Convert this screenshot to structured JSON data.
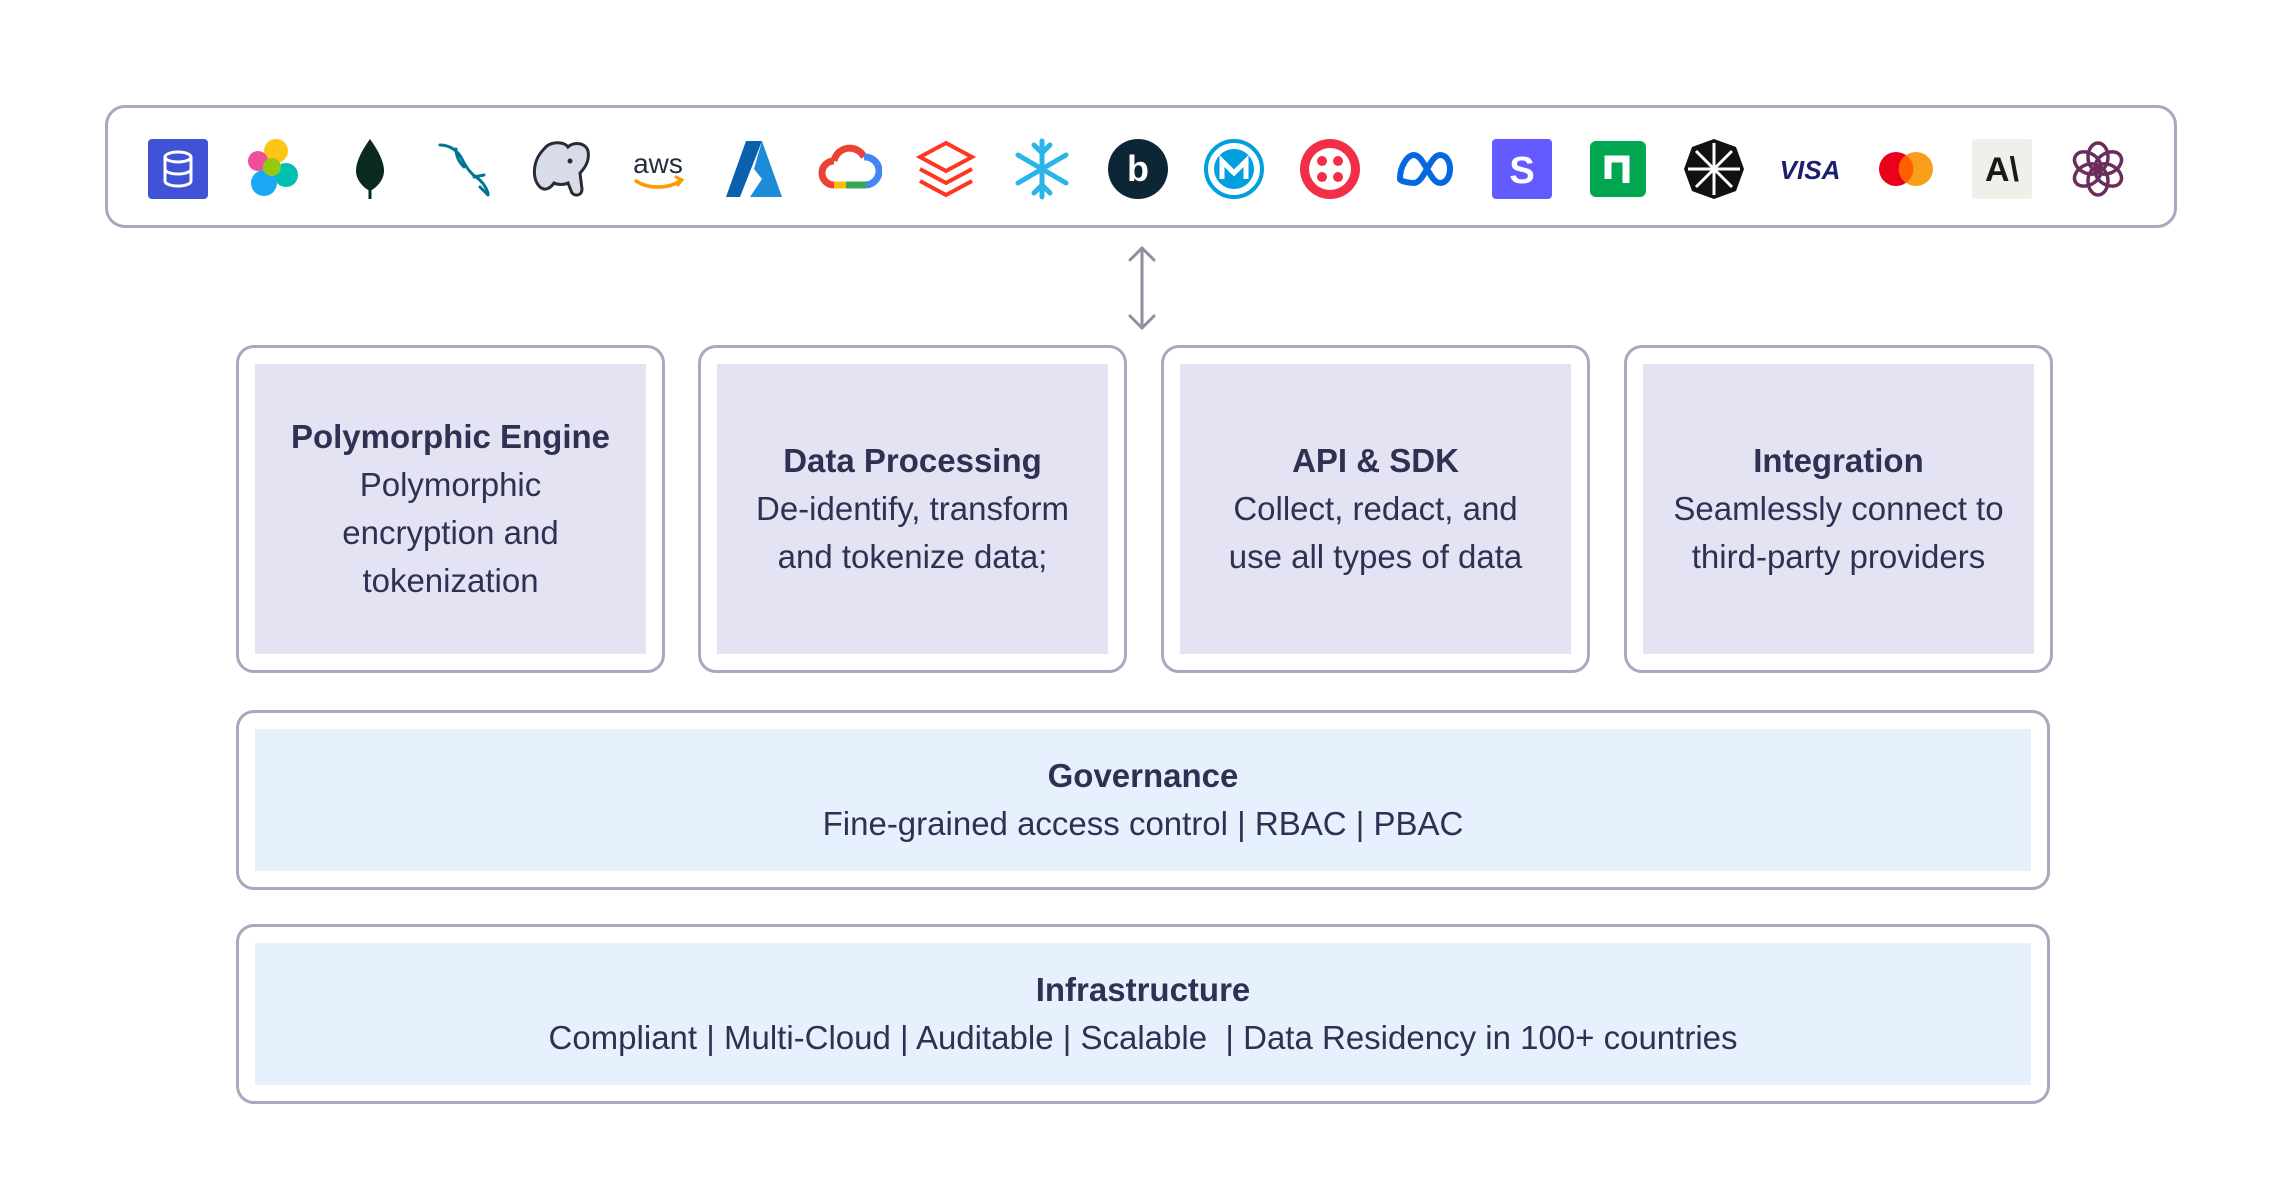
{
  "providers": [
    "dynamodb-icon",
    "elastic-icon",
    "mongodb-icon",
    "mysql-icon",
    "postgresql-icon",
    "aws-icon",
    "azure-icon",
    "google-cloud-icon",
    "databricks-icon",
    "snowflake-icon",
    "bubble-icon",
    "mulesoft-icon",
    "twilio-icon",
    "meta-icon",
    "stripe-icon",
    "checkout-icon",
    "plaid-icon",
    "visa-icon",
    "mastercard-icon",
    "anthropic-icon",
    "openai-icon"
  ],
  "logos": {
    "aws": "aws",
    "visa": "VISA",
    "anthropic": "A\\",
    "bubble": "b",
    "stripe": "S"
  },
  "cards": [
    {
      "title": "Polymorphic Engine",
      "desc": [
        "Polymorphic",
        "encryption and",
        "tokenization"
      ]
    },
    {
      "title": "Data Processing",
      "desc": [
        "De-identify, transform",
        "and tokenize data;"
      ]
    },
    {
      "title": "API & SDK",
      "desc": [
        "Collect, redact, and",
        "use all types of data"
      ]
    },
    {
      "title": "Integration",
      "desc": [
        "Seamlessly connect to",
        "third-party providers"
      ]
    }
  ],
  "governance": {
    "title": "Governance",
    "desc": "Fine-grained access control | RBAC | PBAC"
  },
  "infrastructure": {
    "title": "Infrastructure",
    "desc": "Compliant | Multi-Cloud | Auditable | Scalable  | Data Residency in 100+ countries"
  },
  "colors": {
    "border": "#a9a8bf",
    "card_fill": "#e3e3f4",
    "band_fill": "#e6f1fd",
    "text": "#2f3153"
  }
}
